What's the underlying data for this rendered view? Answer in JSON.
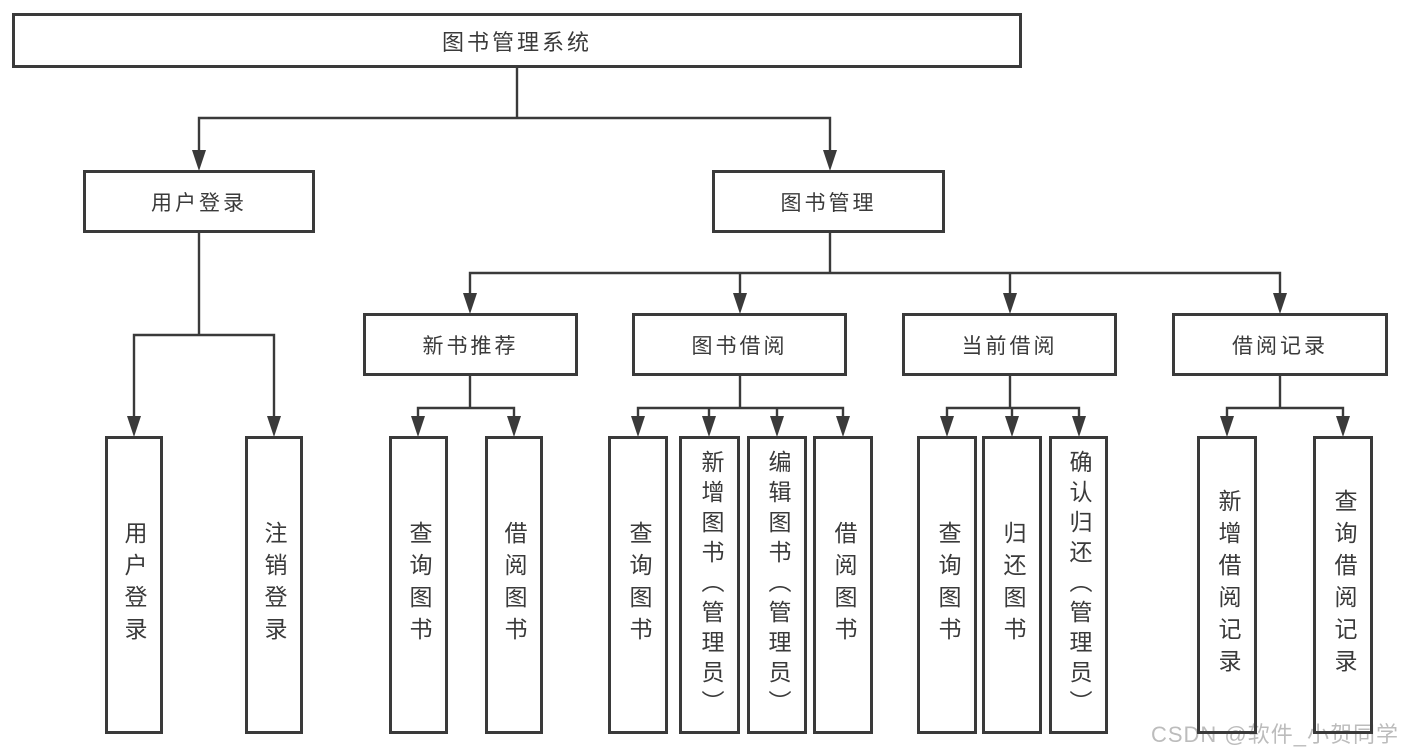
{
  "diagram": {
    "title": "图书管理系统",
    "root": {
      "label": "图书管理系统"
    },
    "level2": [
      {
        "label": "用户登录"
      },
      {
        "label": "图书管理"
      }
    ],
    "level3": [
      {
        "label": "新书推荐",
        "parent": "图书管理"
      },
      {
        "label": "图书借阅",
        "parent": "图书管理"
      },
      {
        "label": "当前借阅",
        "parent": "图书管理"
      },
      {
        "label": "借阅记录",
        "parent": "图书管理"
      }
    ],
    "leaves": [
      {
        "label": "用户登录",
        "parent": "用户登录"
      },
      {
        "label": "注销登录",
        "parent": "用户登录"
      },
      {
        "label": "查询图书",
        "parent": "新书推荐"
      },
      {
        "label": "借阅图书",
        "parent": "新书推荐"
      },
      {
        "label": "查询图书",
        "parent": "图书借阅"
      },
      {
        "label": "新增图书（管理员）",
        "parent": "图书借阅"
      },
      {
        "label": "编辑图书（管理员）",
        "parent": "图书借阅"
      },
      {
        "label": "借阅图书",
        "parent": "图书借阅"
      },
      {
        "label": "查询图书",
        "parent": "当前借阅"
      },
      {
        "label": "归还图书",
        "parent": "当前借阅"
      },
      {
        "label": "确认归还（管理员）",
        "parent": "当前借阅"
      },
      {
        "label": "新增借阅记录",
        "parent": "借阅记录"
      },
      {
        "label": "查询借阅记录",
        "parent": "借阅记录"
      }
    ]
  },
  "watermark": {
    "text": "CSDN @软件_小贺同学"
  },
  "colors": {
    "line": "#3a3a3a",
    "box_border": "#3a3a3a",
    "text": "#3a3a3a",
    "watermark": "#bcbcbc",
    "background": "#ffffff"
  }
}
